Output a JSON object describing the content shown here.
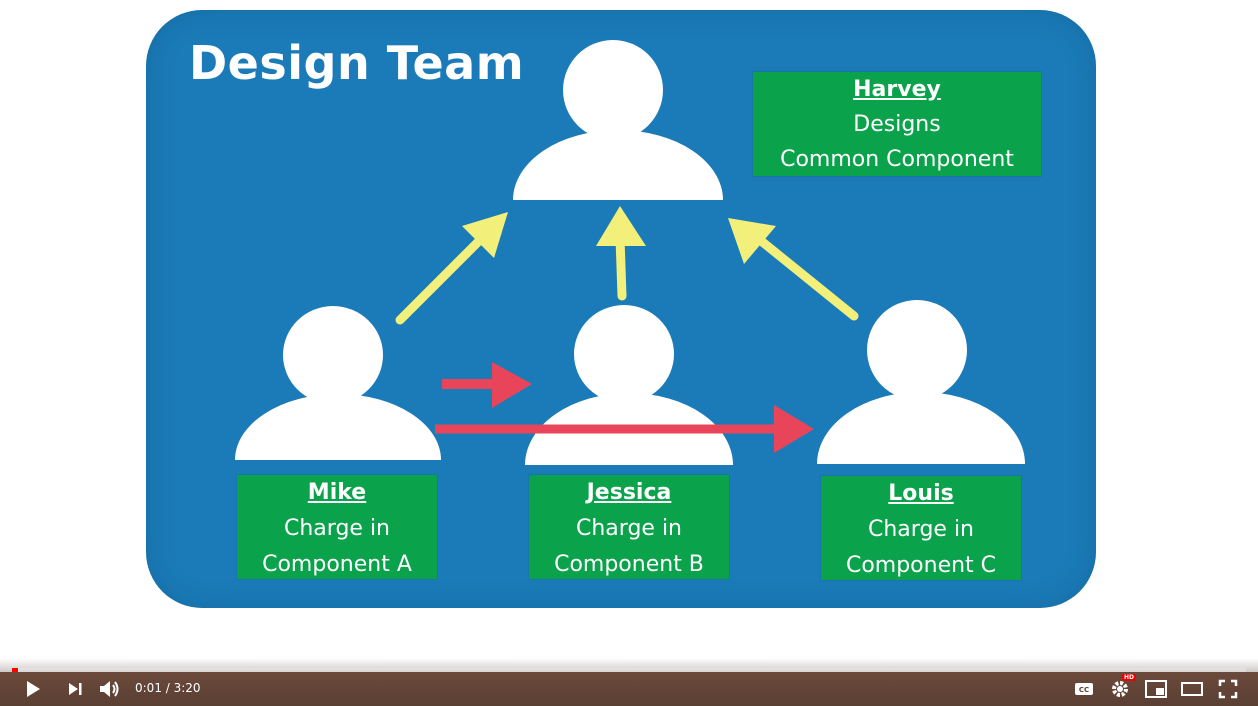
{
  "slide": {
    "title": "Design Team",
    "harvey": {
      "name": "Harvey",
      "line1": "Designs",
      "line2": "Common Component"
    },
    "mike": {
      "name": "Mike",
      "line1": "Charge in",
      "line2": "Component A"
    },
    "jessica": {
      "name": "Jessica",
      "line1": "Charge in",
      "line2": "Component B"
    },
    "louis": {
      "name": "Louis",
      "line1": "Charge in",
      "line2": "Component C"
    }
  },
  "colors": {
    "slide_bg": "#1a7bb8",
    "card_bg": "#0aa24a",
    "yellow_arrow": "#f2f07a",
    "red_arrow": "#e8455a",
    "progress": "#ff0000"
  },
  "player": {
    "current_time": "0:01",
    "duration": "3:20",
    "time_text": "0:01 / 3:20",
    "progress_fraction": 0.005,
    "hd_badge": "HD",
    "icons": [
      "play-icon",
      "next-icon",
      "volume-icon",
      "captions-icon",
      "settings-icon",
      "miniplayer-icon",
      "theater-icon",
      "fullscreen-icon"
    ]
  }
}
